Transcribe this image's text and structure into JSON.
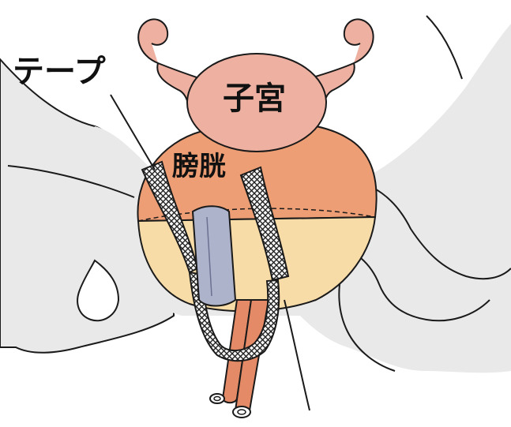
{
  "labels": {
    "tape": "テープ",
    "uterus": "子宮",
    "bladder": "膀胱"
  },
  "colors": {
    "pelvis": "#e9e9e9",
    "uterus": "#eeb0a0",
    "bladder_top": "#ee9e74",
    "bladder_bottom": "#f8dca8",
    "urethra": "#aeb3cc",
    "tube": "#e58a66",
    "outline": "#1a1a1a"
  }
}
